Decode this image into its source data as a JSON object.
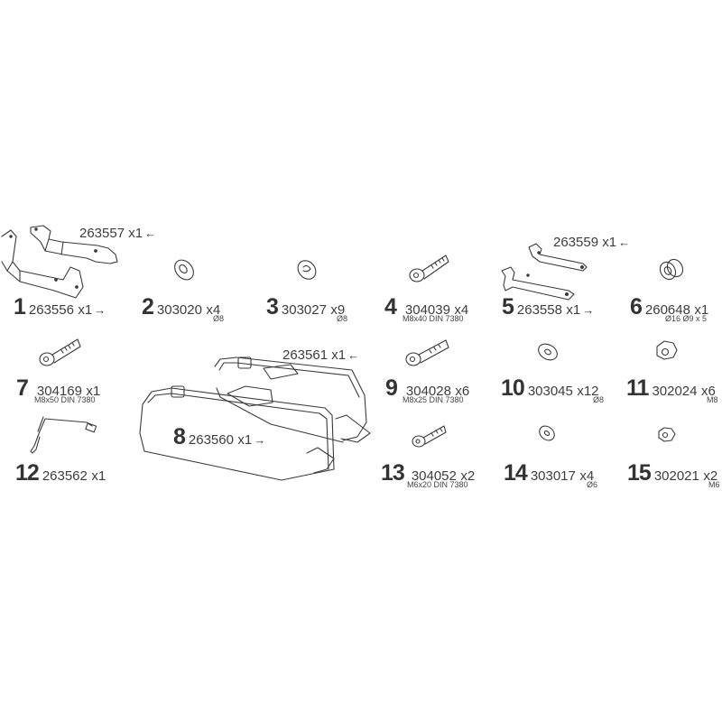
{
  "diagram": {
    "type": "parts_list_exploded",
    "colors": {
      "line": "#3a3a3a",
      "text": "#3d3d3d",
      "background": "#ffffff"
    },
    "parts": [
      {
        "index": "1",
        "code": "263556",
        "qty": "x1",
        "direction": "→",
        "spec": ""
      },
      {
        "index": "2",
        "code": "303020",
        "qty": "x4",
        "direction": "",
        "spec": "Ø8"
      },
      {
        "index": "3",
        "code": "303027",
        "qty": "x9",
        "direction": "",
        "spec": "Ø8"
      },
      {
        "index": "4",
        "code": "304039",
        "qty": "x4",
        "direction": "",
        "spec": "M8x40 DIN 7380"
      },
      {
        "index": "5",
        "code": "263558",
        "qty": "x1",
        "direction": "→",
        "spec": ""
      },
      {
        "index": "6",
        "code": "260648",
        "qty": "x1",
        "direction": "",
        "spec": "Ø16 Ø9 x 5"
      },
      {
        "index": "7",
        "code": "304169",
        "qty": "x1",
        "direction": "",
        "spec": "M8x50 DIN 7380"
      },
      {
        "index": "8",
        "code": "263560",
        "qty": "x1",
        "direction": "→",
        "spec": ""
      },
      {
        "index": "9",
        "code": "304028",
        "qty": "x6",
        "direction": "",
        "spec": "M8x25 DIN 7380"
      },
      {
        "index": "10",
        "code": "303045",
        "qty": "x12",
        "direction": "",
        "spec": "Ø8"
      },
      {
        "index": "11",
        "code": "302024",
        "qty": "x6",
        "direction": "",
        "spec": "M8"
      },
      {
        "index": "12",
        "code": "263562",
        "qty": "x1",
        "direction": "",
        "spec": ""
      },
      {
        "index": "13",
        "code": "304052",
        "qty": "x2",
        "direction": "",
        "spec": "M6x20 DIN 7380"
      },
      {
        "index": "14",
        "code": "303017",
        "qty": "x4",
        "direction": "",
        "spec": "Ø6"
      },
      {
        "index": "15",
        "code": "302021",
        "qty": "x2",
        "direction": "",
        "spec": "M6"
      }
    ],
    "mirror_parts": [
      {
        "pairs_with": "1",
        "code": "263557",
        "qty": "x1",
        "direction": "←"
      },
      {
        "pairs_with": "5",
        "code": "263559",
        "qty": "x1",
        "direction": "←"
      },
      {
        "pairs_with": "8",
        "code": "263561",
        "qty": "x1",
        "direction": "←"
      }
    ]
  }
}
